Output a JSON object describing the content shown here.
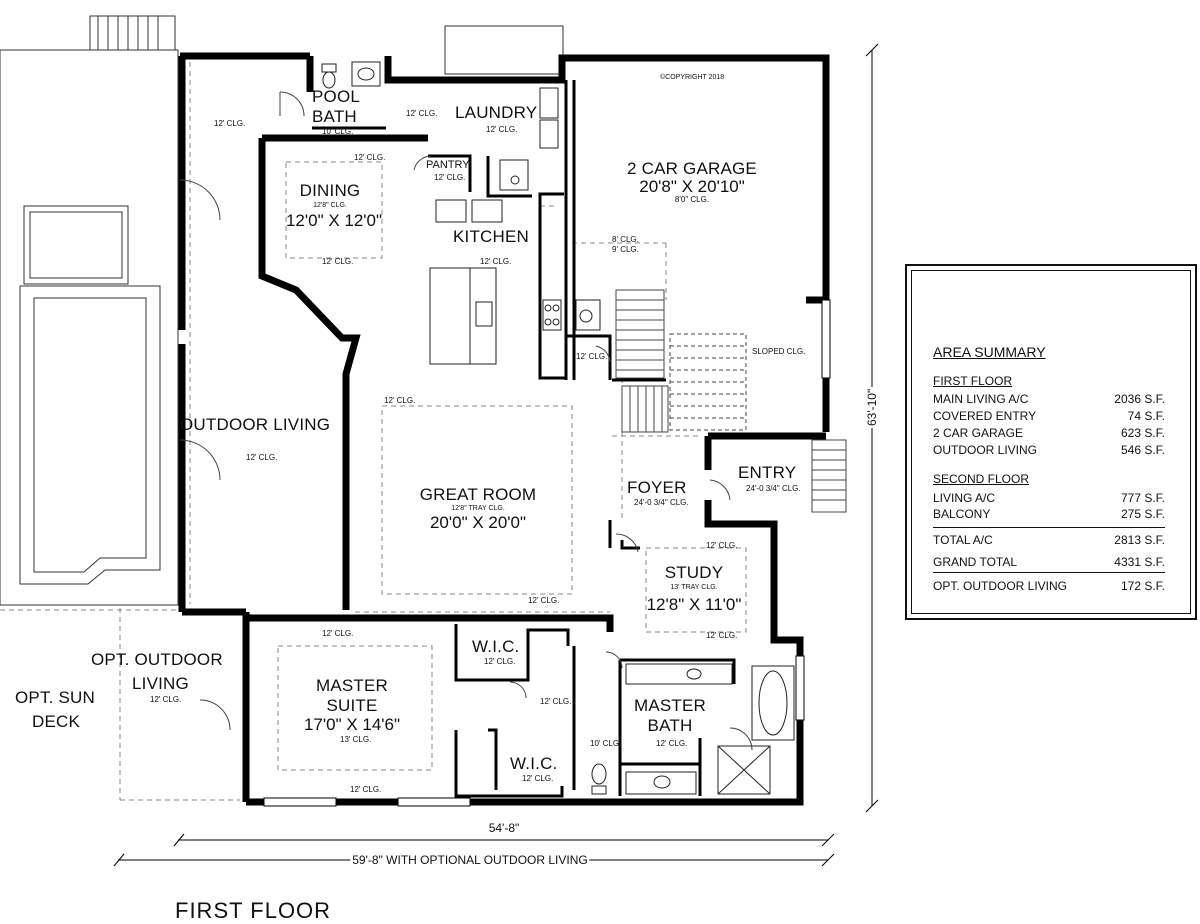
{
  "copyright": "©COPYRIGHT 2018",
  "rooms": {
    "pool_bath": {
      "line1": "POOL",
      "line2": "BATH",
      "clg": "10' CLG."
    },
    "laundry": {
      "name": "LAUNDRY",
      "clg": "12' CLG."
    },
    "laundry_hall_clg": "12' CLG.",
    "pantry": {
      "name": "PANTRY",
      "clg": "12' CLG."
    },
    "dining": {
      "name": "DINING",
      "clg_tray": "12'8\" CLG.",
      "size": "12'0\" X 12'0\"",
      "clg_top": "12' CLG.",
      "clg_bottom": "12' CLG."
    },
    "kitchen": {
      "name": "KITCHEN",
      "clg": "12' CLG."
    },
    "garage": {
      "name": "2 CAR GARAGE",
      "size": "20'8\" X 20'10\"",
      "clg": "8'0\" CLG.",
      "stair_clg_1": "8' CLG.",
      "stair_clg_2": "9' CLG.",
      "sloped": "SLOPED CLG."
    },
    "closet_clg": "12' CLG.",
    "outdoor_living": {
      "name": "OUTDOOR LIVING",
      "clg": "12' CLG.",
      "clg_top": "12' CLG."
    },
    "great_room": {
      "name": "GREAT ROOM",
      "clg": "12'8\" TRAY CLG.",
      "size": "20'0\" X 20'0\"",
      "clg_top": "12' CLG.",
      "clg_bottom": "12' CLG."
    },
    "foyer": {
      "name": "FOYER",
      "clg": "24'-0 3/4\" CLG."
    },
    "entry": {
      "name": "ENTRY",
      "clg": "24'-0 3/4\" CLG."
    },
    "study": {
      "name": "STUDY",
      "clg": "13' TRAY CLG.",
      "size": "12'8\" X 11'0\"",
      "clg_top": "12' CLG.",
      "clg_bottom": "12' CLG."
    },
    "wic_1": {
      "name": "W.I.C.",
      "clg": "12' CLG."
    },
    "wic_2": {
      "name": "W.I.C.",
      "clg": "12' CLG."
    },
    "master_suite": {
      "line1": "MASTER",
      "line2": "SUITE",
      "size": "17'0\" X 14'6\"",
      "clg": "13' CLG.",
      "clg_top": "12' CLG.",
      "clg_bottom": "12' CLG."
    },
    "master_hall_clg": "12' CLG.",
    "master_bath": {
      "line1": "MASTER",
      "line2": "BATH",
      "clg": "12' CLG.",
      "wc_clg": "10' CLG."
    },
    "opt_outdoor": {
      "line1": "OPT. OUTDOOR",
      "line2": "LIVING",
      "clg": "12' CLG."
    },
    "opt_sun_deck": {
      "line1": "OPT. SUN",
      "line2": "DECK"
    }
  },
  "dimensions": {
    "width": "54'-8\"",
    "width_optional": "59'-8\" WITH OPTIONAL OUTDOOR LIVING",
    "depth": "63'-10\""
  },
  "area_summary": {
    "title": "AREA SUMMARY",
    "first_floor_heading": "FIRST FLOOR",
    "first_floor": [
      {
        "label": "MAIN LIVING A/C",
        "value": "2036 S.F."
      },
      {
        "label": "COVERED ENTRY",
        "value": "74 S.F."
      },
      {
        "label": "2 CAR GARAGE",
        "value": "623 S.F."
      },
      {
        "label": "OUTDOOR LIVING",
        "value": "546 S.F."
      }
    ],
    "second_floor_heading": "SECOND FLOOR",
    "second_floor": [
      {
        "label": "LIVING A/C",
        "value": "777 S.F."
      },
      {
        "label": "BALCONY",
        "value": "275 S.F."
      }
    ],
    "totals": [
      {
        "label": "TOTAL A/C",
        "value": "2813 S.F."
      },
      {
        "label": "GRAND TOTAL",
        "value": "4331 S.F."
      }
    ],
    "optional": [
      {
        "label": "OPT. OUTDOOR LIVING",
        "value": "172 S.F."
      }
    ]
  },
  "floor_title": "FIRST  FLOOR"
}
